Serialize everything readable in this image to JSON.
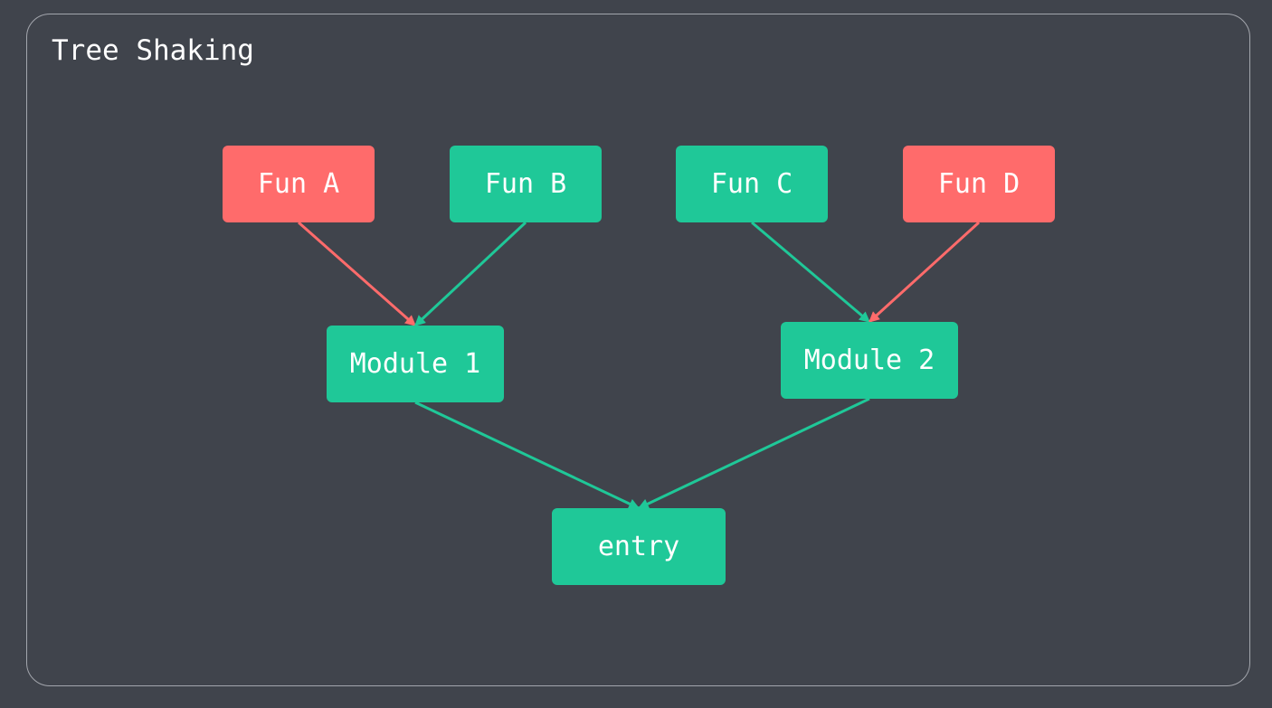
{
  "title": "Tree Shaking",
  "colors": {
    "background": "#40444c",
    "frame_border": "#a3a6ad",
    "used": "#1fc898",
    "unused": "#ff6b6b",
    "text": "#ffffff"
  },
  "nodes": {
    "fun_a": {
      "label": "Fun A",
      "status": "unused"
    },
    "fun_b": {
      "label": "Fun B",
      "status": "used"
    },
    "fun_c": {
      "label": "Fun C",
      "status": "used"
    },
    "fun_d": {
      "label": "Fun D",
      "status": "unused"
    },
    "module_1": {
      "label": "Module 1",
      "status": "used"
    },
    "module_2": {
      "label": "Module 2",
      "status": "used"
    },
    "entry": {
      "label": "entry",
      "status": "used"
    }
  },
  "edges": [
    {
      "from": "fun_a",
      "to": "module_1",
      "status": "unused"
    },
    {
      "from": "fun_b",
      "to": "module_1",
      "status": "used"
    },
    {
      "from": "fun_c",
      "to": "module_2",
      "status": "used"
    },
    {
      "from": "fun_d",
      "to": "module_2",
      "status": "unused"
    },
    {
      "from": "module_1",
      "to": "entry",
      "status": "used"
    },
    {
      "from": "module_2",
      "to": "entry",
      "status": "used"
    }
  ]
}
